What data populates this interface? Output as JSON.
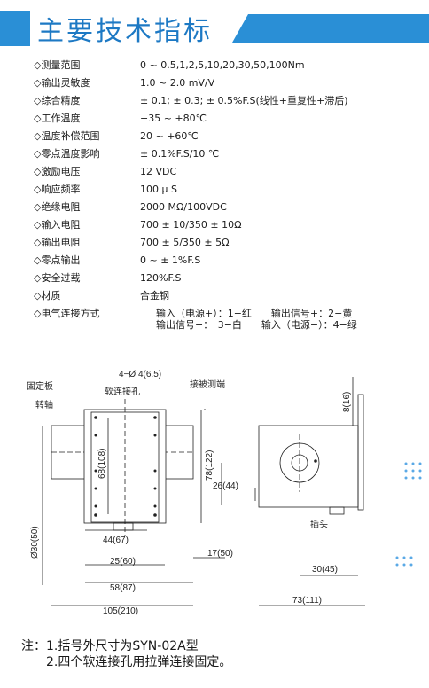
{
  "header": {
    "title": "主要技术指标"
  },
  "specs": [
    {
      "label": "◇测量范围",
      "value": "0 ~ 0.5,1,2,5,10,20,30,50,100Nm"
    },
    {
      "label": "◇输出灵敏度",
      "value": "1.0 ~ 2.0 mV/V"
    },
    {
      "label": "◇综合精度",
      "value": "± 0.1; ± 0.3; ± 0.5%F.S(线性+重复性+滞后)"
    },
    {
      "label": "◇工作温度",
      "value": "−35 ~ +80℃"
    },
    {
      "label": "◇温度补偿范围",
      "value": "20 ~ +60℃"
    },
    {
      "label": "◇零点温度影响",
      "value": "± 0.1%F.S/10 ℃"
    },
    {
      "label": "◇激励电压",
      "value": "12 VDC"
    },
    {
      "label": "◇响应频率",
      "value": "100 μ S"
    },
    {
      "label": "◇绝缘电阻",
      "value": "2000 MΩ/100VDC"
    },
    {
      "label": "◇输入电阻",
      "value": "700 ± 10/350 ± 10Ω"
    },
    {
      "label": "◇输出电阻",
      "value": "700 ± 5/350 ± 5Ω"
    },
    {
      "label": "◇零点输出",
      "value": "0 ~ ± 1%F.S"
    },
    {
      "label": "◇安全过载",
      "value": "120%F.S"
    },
    {
      "label": "◇材质",
      "value": "合金钢"
    }
  ],
  "wiring": {
    "label": "◇电气连接方式",
    "line1": "输入（电源+）：1−红　　输出信号+：2−黄",
    "line2": "输出信号−：　3−白　　输入（电源−）：4−绿"
  },
  "drawing": {
    "labels": {
      "fixed_plate": "固定板",
      "shaft": "转轴",
      "holes_dim": "4−Ø 4(6.5)",
      "soft_hole": "软连接孔",
      "grounding": "接被测端",
      "connector": "插头",
      "d_68": "68(108)",
      "d_78": "78(122)",
      "d_30": "Ø30(50)",
      "d_44": "44(67)",
      "d_25": "25(60)",
      "d_17": "17(50)",
      "d_58": "58(87)",
      "d_105": "105(210)",
      "d_8": "8(16)",
      "d_26": "26(44)",
      "d_30b": "30(45)",
      "d_73": "73(111)"
    }
  },
  "notes": {
    "line1": "注：1.括号外尺寸为SYN-02A型",
    "line2": "　　2.四个软连接孔用拉弹连接固定。"
  }
}
